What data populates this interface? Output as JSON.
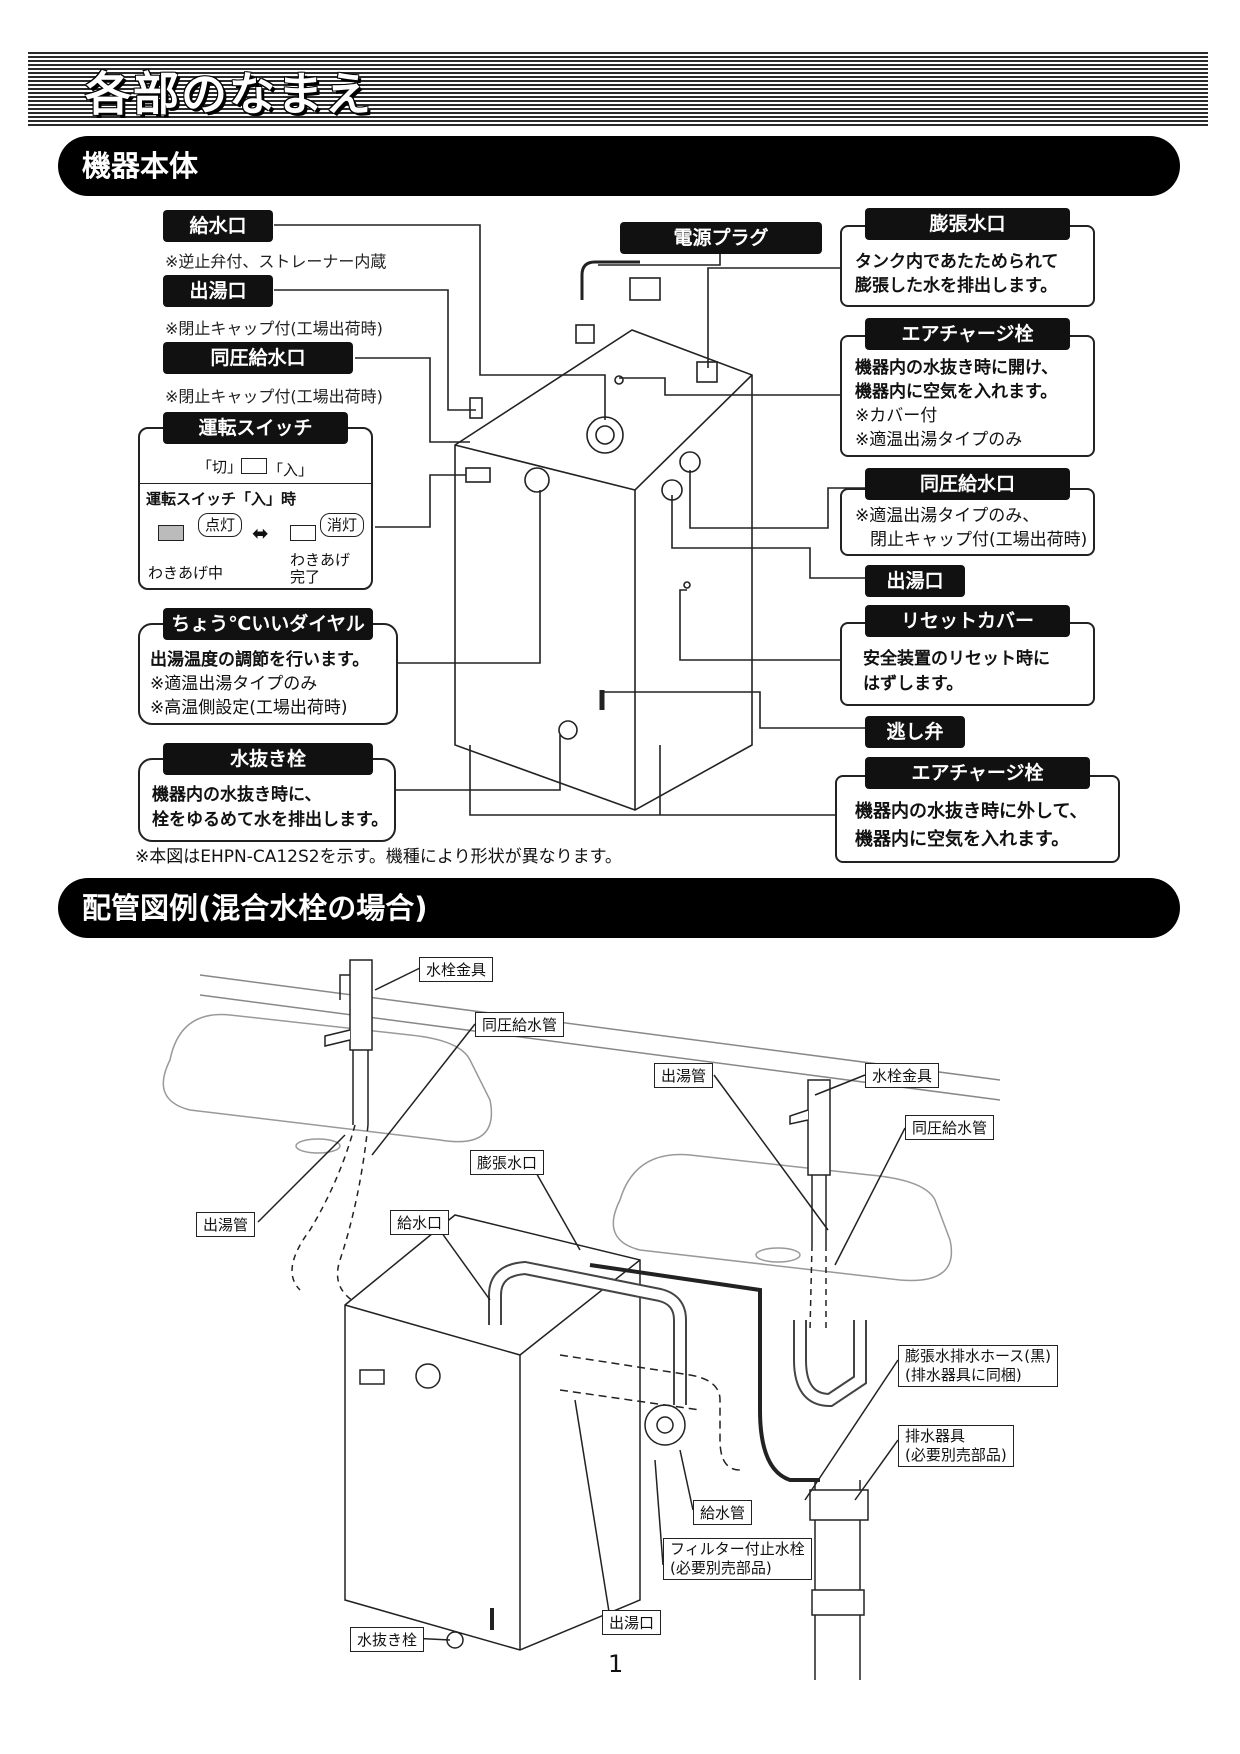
{
  "page_title": "各部のなまえ",
  "section1": {
    "title": "機器本体"
  },
  "section2": {
    "title": "配管図例(混合水栓の場合)"
  },
  "left_labels": {
    "kyusui": {
      "label": "給水口",
      "note": "※逆止弁付、ストレーナー内蔵"
    },
    "detou": {
      "label": "出湯口",
      "note": "※閉止キャップ付(工場出荷時)"
    },
    "douatsu": {
      "label": "同圧給水口",
      "note": "※閉止キャップ付(工場出荷時)"
    },
    "switch": {
      "label": "運転スイッチ",
      "states": "「切」",
      "states_on": "「入」",
      "on_title": "運転スイッチ「入」時",
      "lit": "点灯",
      "unlit": "消灯",
      "heating": "わきあげ中",
      "done1": "わきあげ",
      "done2": "完了"
    },
    "dial": {
      "label": "ちょう℃いいダイヤル",
      "line1": "出湯温度の調節を行います。",
      "line2": "※適温出湯タイプのみ",
      "line3": "※高温側設定(工場出荷時)"
    },
    "drain": {
      "label": "水抜き栓",
      "line1": "機器内の水抜き時に、",
      "line2": "栓をゆるめて水を排出します。"
    }
  },
  "right_labels": {
    "plug": {
      "label": "電源プラグ"
    },
    "expansion": {
      "label": "膨張水口",
      "line1": "タンク内であたためられて",
      "line2": "膨張した水を排出します。"
    },
    "air1": {
      "label": "エアチャージ栓",
      "line1": "機器内の水抜き時に開け、",
      "line2": "機器内に空気を入れます。",
      "line3": "※カバー付",
      "line4": "※適温出湯タイプのみ"
    },
    "douatsu2": {
      "label": "同圧給水口",
      "line1": "※適温出湯タイプのみ、",
      "line2": "閉止キャップ付(工場出荷時)"
    },
    "detou2": {
      "label": "出湯口"
    },
    "reset": {
      "label": "リセットカバー",
      "line1": "安全装置のリセット時に",
      "line2": "はずします。"
    },
    "relief": {
      "label": "逃し弁"
    },
    "air2": {
      "label": "エアチャージ栓",
      "line1": "機器内の水抜き時に外して、",
      "line2": "機器内に空気を入れます。"
    }
  },
  "footnote": "※本図はEHPN-CA12S2を示す。機種により形状が異なります。",
  "diagram2_labels": {
    "faucet_left": "水栓金具",
    "douatsu_pipe_left": "同圧給水管",
    "hot_pipe_left": "出湯管",
    "hot_pipe_right": "出湯管",
    "faucet_right": "水栓金具",
    "douatsu_pipe_right": "同圧給水管",
    "expansion_port": "膨張水口",
    "inlet": "給水口",
    "exp_hose1": "膨張水排水ホース(黒)",
    "exp_hose2": "(排水器具に同梱)",
    "drain_fixture1": "排水器具",
    "drain_fixture2": "(必要別売部品)",
    "supply_pipe": "給水管",
    "filter_valve1": "フィルター付止水栓",
    "filter_valve2": "(必要別売部品)",
    "drain_plug": "水抜き栓",
    "outlet": "出湯口"
  },
  "page_number": "1"
}
